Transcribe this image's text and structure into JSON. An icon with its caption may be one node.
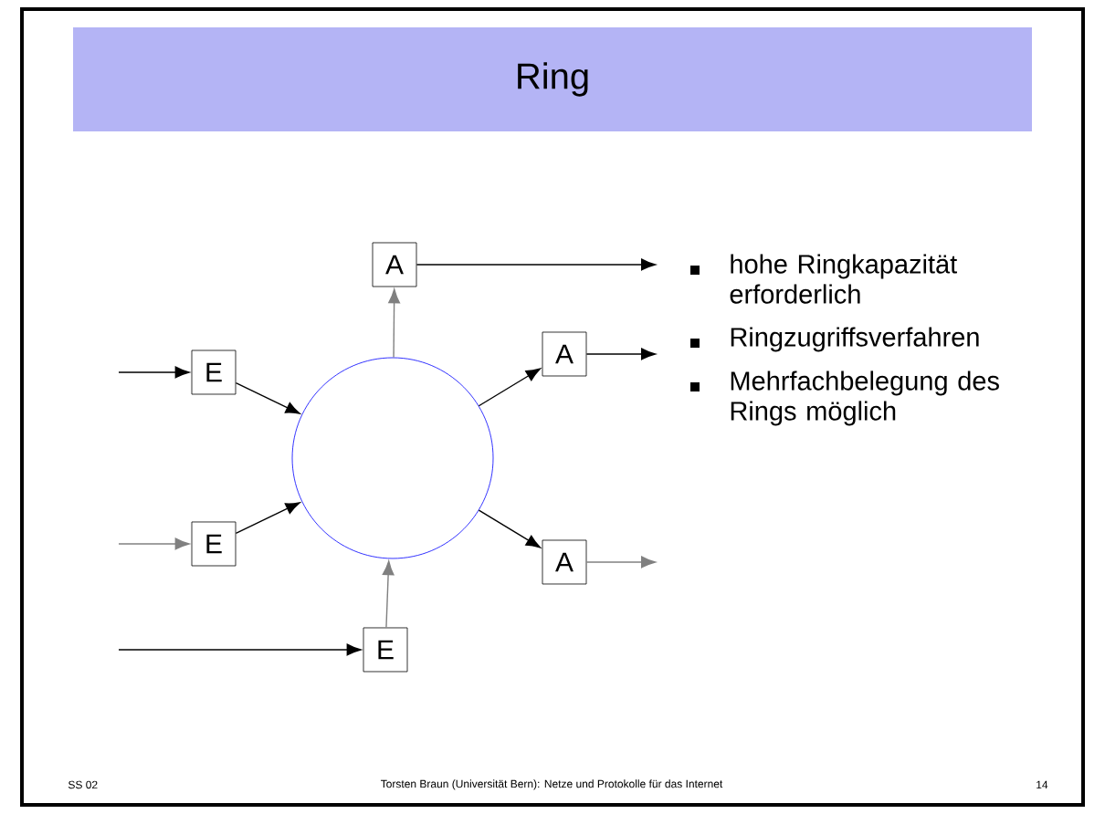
{
  "diagram": {
    "title": "Ring",
    "nodes": [
      {
        "text": [
          "A"
        ]
      },
      {
        "text": [
          "E"
        ]
      },
      {
        "text": [
          "A"
        ]
      },
      {
        "text": [],
        "shape": "circle"
      },
      {
        "text": [
          "E"
        ]
      },
      {
        "text": [
          "A"
        ]
      },
      {
        "text": [
          "E"
        ]
      }
    ],
    "edges": [
      {
        "from": null,
        "to": 1,
        "arrow": "to"
      },
      {
        "from": 1,
        "to": 3,
        "arrow": "to"
      },
      {
        "from": null,
        "to": 4,
        "arrow": "to",
        "color": "#808080"
      },
      {
        "from": 4,
        "to": 3,
        "arrow": "to"
      },
      {
        "from": null,
        "to": 6,
        "arrow": "to"
      },
      {
        "from": 6,
        "to": 3,
        "arrow": "to",
        "color": "#808080"
      },
      {
        "from": 3,
        "to": 0,
        "arrow": "to",
        "color": "#808080"
      },
      {
        "from": 0,
        "to": null,
        "arrow": "to"
      },
      {
        "from": 3,
        "to": 2,
        "arrow": "to"
      },
      {
        "from": 2,
        "to": null,
        "arrow": "to"
      },
      {
        "from": 3,
        "to": 5,
        "arrow": "to"
      },
      {
        "from": 5,
        "to": null,
        "arrow": "to",
        "color": "#808080"
      }
    ],
    "labels": [
      "hohe Ringkapazität erforderlich",
      "Ringzugriffsverfahren",
      "Mehrfachbelegung des Rings möglich",
      "SS 02",
      "Torsten Braun (Universität Bern): Netze und Protokolle für das Internet",
      "14"
    ]
  }
}
